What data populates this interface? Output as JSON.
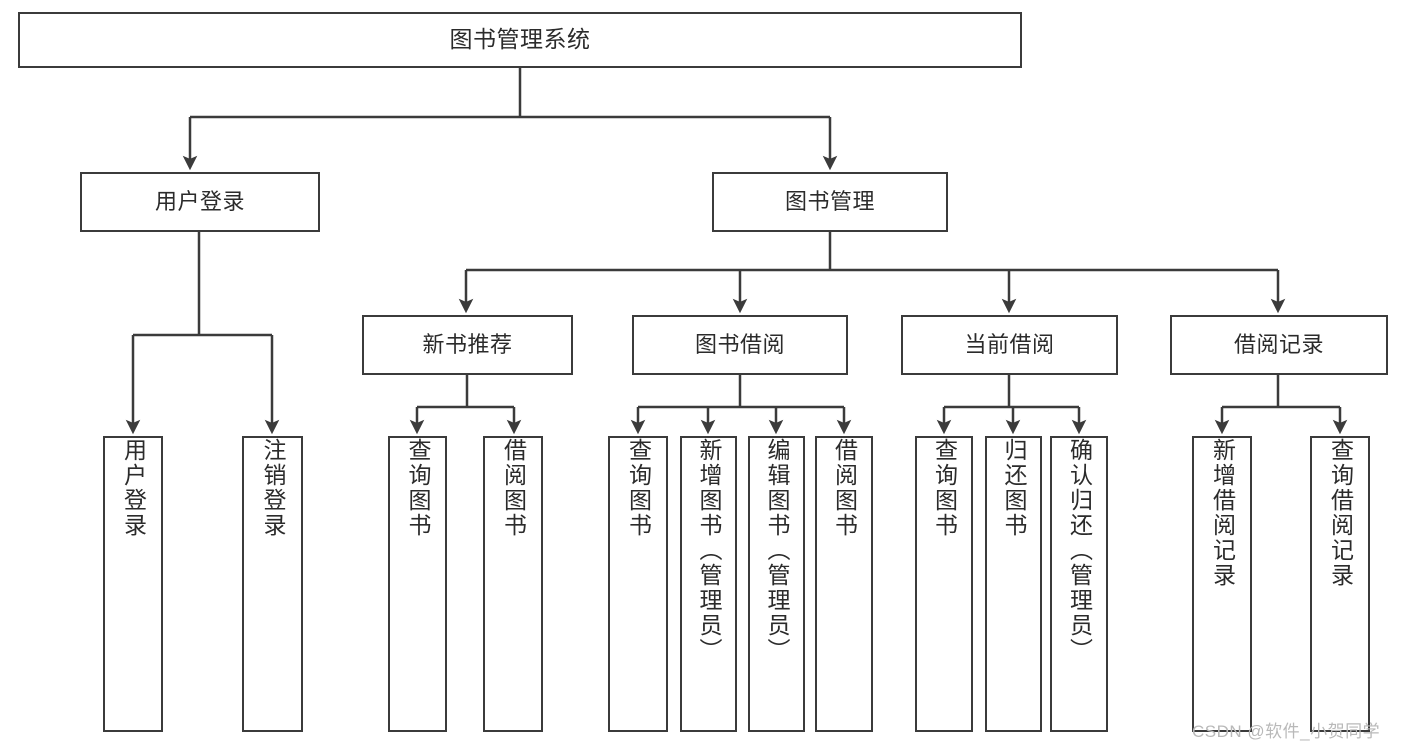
{
  "diagram": {
    "title": "图书管理系统",
    "type": "tree-hierarchy",
    "root": {
      "id": "root",
      "label": "图书管理系统"
    },
    "level2": [
      {
        "id": "user-login",
        "label": "用户登录"
      },
      {
        "id": "book-manage",
        "label": "图书管理"
      }
    ],
    "level3": [
      {
        "id": "new-book-recommend",
        "label": "新书推荐"
      },
      {
        "id": "book-borrow",
        "label": "图书借阅"
      },
      {
        "id": "current-borrow",
        "label": "当前借阅"
      },
      {
        "id": "borrow-record",
        "label": "借阅记录"
      }
    ],
    "leaves": {
      "user_login": [
        {
          "id": "leaf-user-login",
          "label": "用户登录"
        },
        {
          "id": "leaf-logout-login",
          "label": "注销登录"
        }
      ],
      "new_book_recommend": [
        {
          "id": "leaf-query-book-1",
          "label": "查询图书"
        },
        {
          "id": "leaf-borrow-book-1",
          "label": "借阅图书"
        }
      ],
      "book_borrow": [
        {
          "id": "leaf-query-book-2",
          "label": "查询图书"
        },
        {
          "id": "leaf-add-book",
          "label": "新增图书（管理员）"
        },
        {
          "id": "leaf-edit-book",
          "label": "编辑图书（管理员）"
        },
        {
          "id": "leaf-borrow-book-2",
          "label": "借阅图书"
        }
      ],
      "current_borrow": [
        {
          "id": "leaf-query-book-3",
          "label": "查询图书"
        },
        {
          "id": "leaf-return-book",
          "label": "归还图书"
        },
        {
          "id": "leaf-confirm-return",
          "label": "确认归还（管理员）"
        }
      ],
      "borrow_record": [
        {
          "id": "leaf-add-borrow-record",
          "label": "新增借阅记录"
        },
        {
          "id": "leaf-query-borrow-record",
          "label": "查询借阅记录"
        }
      ]
    },
    "colors": {
      "stroke": "#3b3b3b",
      "text": "#2b2b2b",
      "background": "#ffffff",
      "watermark": "#b9b9b9"
    }
  },
  "watermark": {
    "text": "CSDN @软件_小贺同学"
  }
}
